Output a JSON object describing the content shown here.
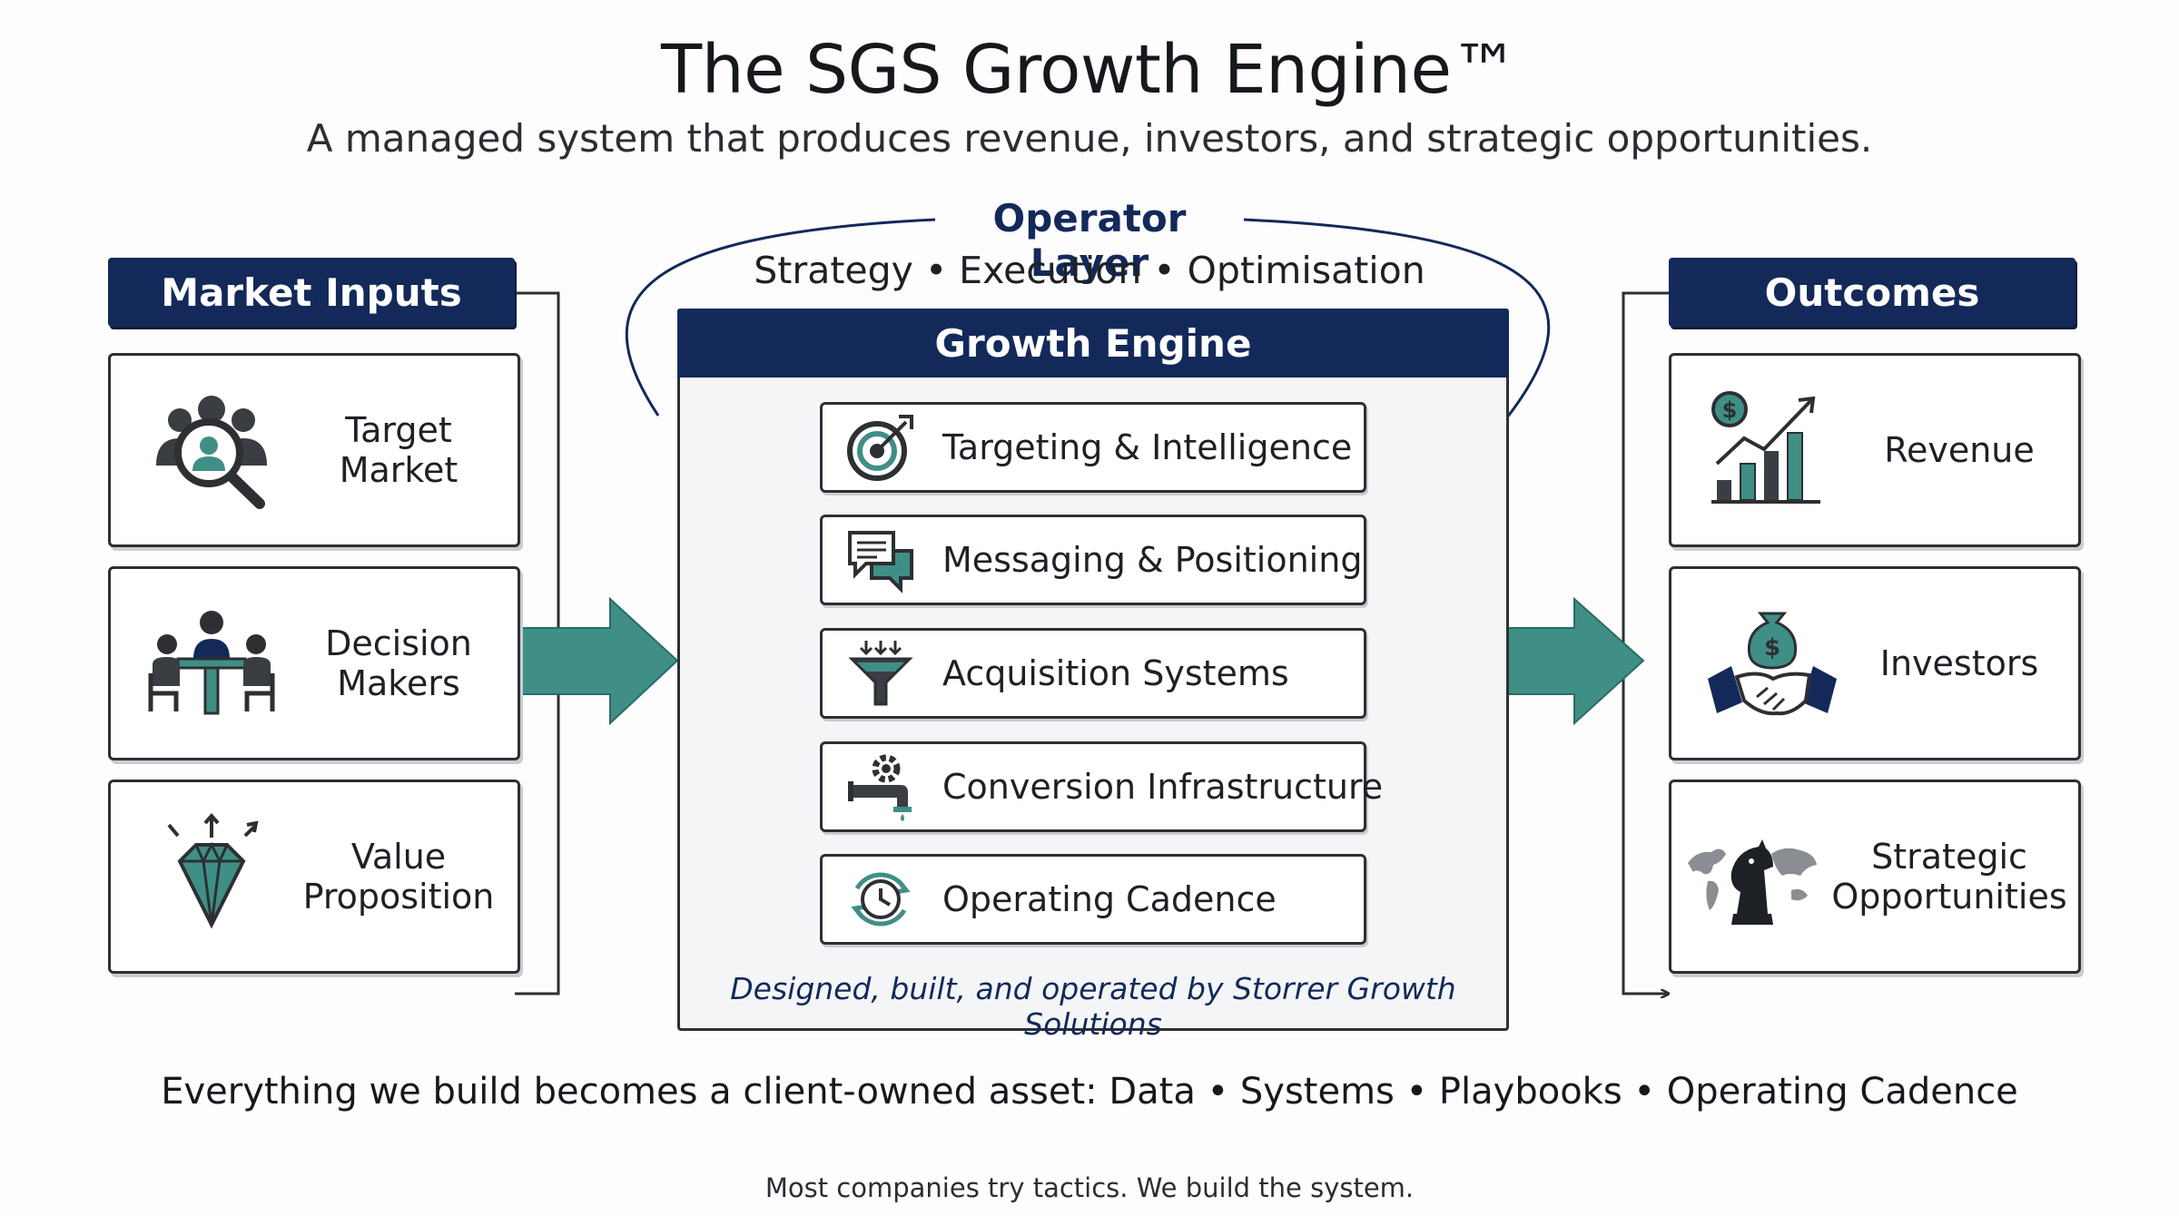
{
  "title": "The SGS Growth Engine™",
  "subtitle": "A managed system that produces revenue, investors, and strategic opportunities.",
  "operator_layer": {
    "title": "Operator Layer",
    "subtitle": "Strategy • Execution • Optimisation"
  },
  "market_inputs": {
    "heading": "Market Inputs",
    "items": [
      {
        "label": "Target\nMarket",
        "icon": "target-market-icon"
      },
      {
        "label": "Decision\nMakers",
        "icon": "decision-makers-icon"
      },
      {
        "label": "Value\nProposition",
        "icon": "value-proposition-icon"
      }
    ]
  },
  "growth_engine": {
    "heading": "Growth Engine",
    "steps": [
      {
        "label": "Targeting & Intelligence",
        "icon": "target-icon"
      },
      {
        "label": "Messaging & Positioning",
        "icon": "chat-icon"
      },
      {
        "label": "Acquisition Systems",
        "icon": "funnel-icon"
      },
      {
        "label": "Conversion Infrastructure",
        "icon": "pipe-gear-icon"
      },
      {
        "label": "Operating Cadence",
        "icon": "clock-cycle-icon"
      }
    ],
    "tagline": "Designed, built, and operated by Storrer Growth Solutions"
  },
  "outcomes": {
    "heading": "Outcomes",
    "items": [
      {
        "label": "Revenue",
        "icon": "revenue-chart-icon"
      },
      {
        "label": "Investors",
        "icon": "handshake-icon"
      },
      {
        "label": "Strategic\nOpportunities",
        "icon": "world-chess-icon"
      }
    ]
  },
  "footer": {
    "statement": "Everything we build becomes a client-owned asset: Data • Systems • Playbooks • Operating Cadence",
    "note": "Most companies try tactics. We build the system."
  },
  "colors": {
    "navy": "#13295a",
    "teal": "#3f8f86",
    "dark": "#2d2f33"
  }
}
